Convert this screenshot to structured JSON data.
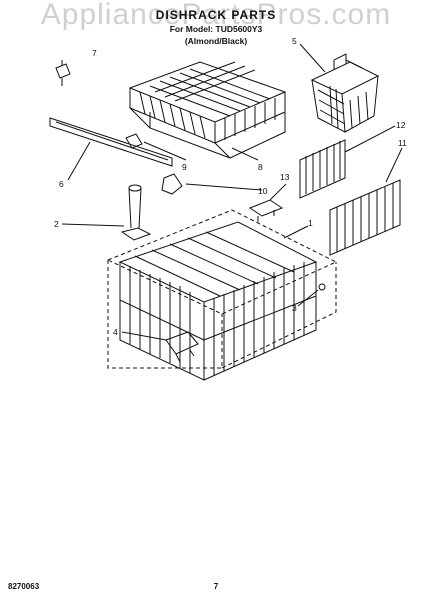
{
  "header": {
    "title": "DISHRACK PARTS",
    "model_line": "For Model: TUD5600Y3",
    "color_line": "(Almond/Black)"
  },
  "watermark": "AppliancePartsPros.com",
  "callouts": [
    "1",
    "2",
    "3",
    "4",
    "5",
    "6",
    "7",
    "8",
    "9",
    "10",
    "11",
    "12",
    "13"
  ],
  "footer": {
    "code": "8270063",
    "page": "7"
  },
  "colors": {
    "line": "#111111",
    "watermark": "#9a9a9a"
  }
}
